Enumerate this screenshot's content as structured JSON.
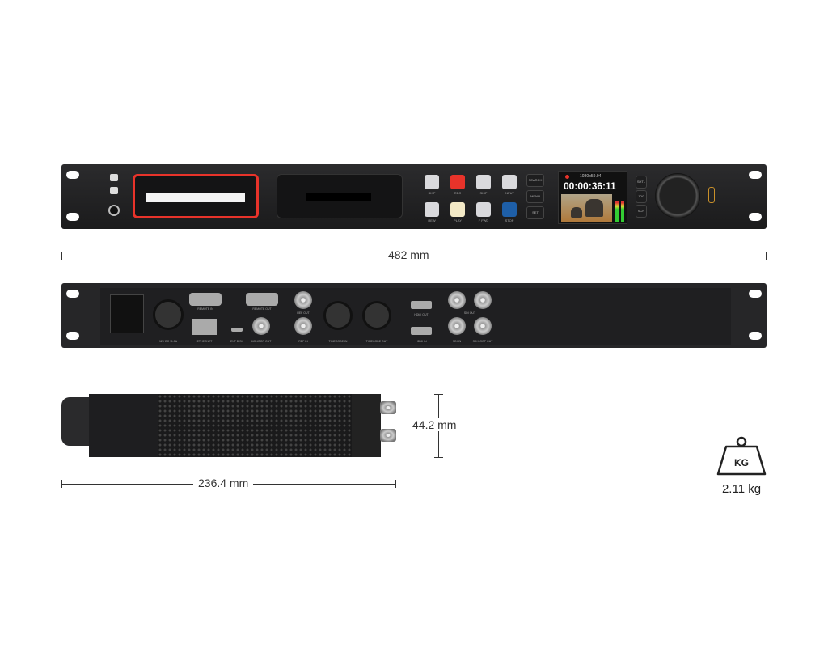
{
  "front_panel": {
    "buttons": [
      "SKIP",
      "REC",
      "SKIP",
      "INPUT",
      "REW",
      "PLAY",
      "F FWD",
      "STOP"
    ],
    "side_buttons": [
      "SEARCH",
      "MENU",
      "SET"
    ],
    "jog_buttons": [
      "SHTL",
      "JOG",
      "SCR"
    ],
    "screen": {
      "format": "1080p59.94",
      "timecode": "00:00:36:11"
    },
    "colors": {
      "rec": "#e8332a",
      "stop": "#1e5fa8",
      "play": "#f3e9c6",
      "highlight": "#e8332a"
    }
  },
  "rear_panel": {
    "labels": [
      "12V DC 11.0A",
      "REMOTE IN",
      "REMOTE OUT",
      "ETHERNET",
      "EXT DISK",
      "MONITOR OUT",
      "REF OUT",
      "REF IN",
      "TIMECODE IN",
      "TIMECODE OUT",
      "HDMI OUT",
      "HDMI IN",
      "SDI OUT",
      "SDI IN",
      "SDI LOOP OUT"
    ]
  },
  "dimensions": {
    "width": "482 mm",
    "height": "44.2 mm",
    "depth": "236.4 mm"
  },
  "weight": {
    "unit_icon": "KG",
    "value": "2.11 kg"
  }
}
